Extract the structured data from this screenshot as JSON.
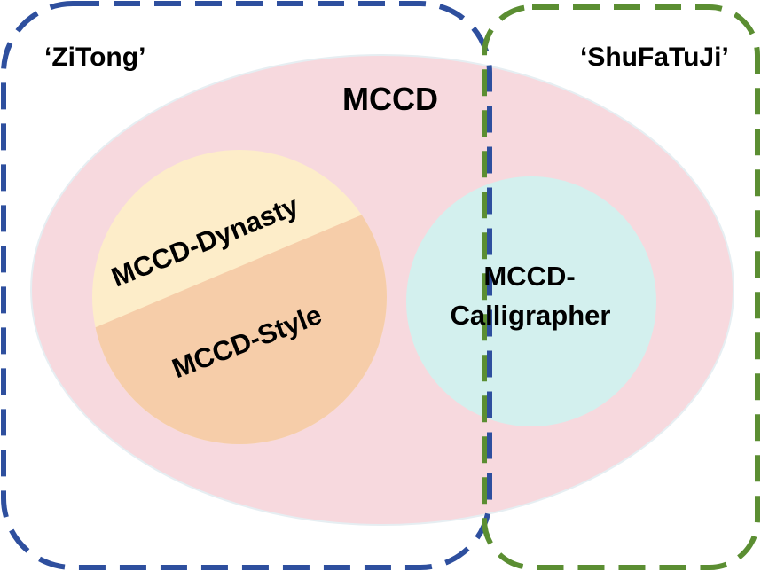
{
  "diagram": {
    "type": "venn",
    "sources": {
      "left": {
        "label": "‘ZiTong’",
        "border_color": "#2E4F9E"
      },
      "right": {
        "label": "‘ShuFaTuJi’",
        "border_color": "#5B8E32"
      }
    },
    "main_set": {
      "label": "MCCD",
      "fill_color": "#F7D9DE"
    },
    "subsets": {
      "dynasty": {
        "label": "MCCD-Dynasty",
        "fill_color": "#FDEDC9"
      },
      "style": {
        "label": "MCCD-Style",
        "fill_color": "#F6CDA9"
      },
      "calligrapher": {
        "label_line1": "MCCD-",
        "label_line2": "Calligrapher",
        "fill_color": "#D3F0EE"
      }
    }
  }
}
